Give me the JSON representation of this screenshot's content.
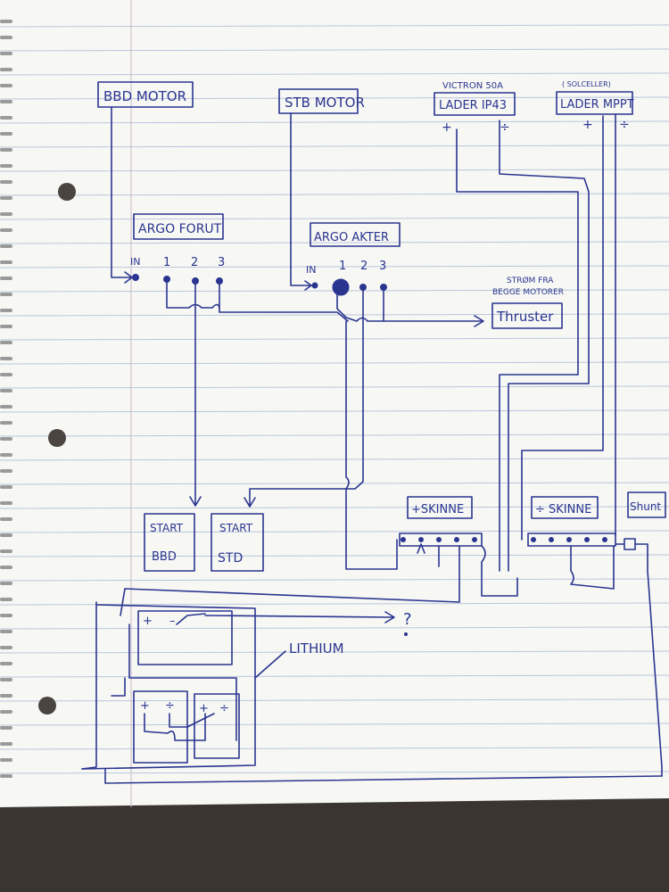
{
  "labels": {
    "bbd_motor": "BBD MOTOR",
    "stb_motor": "STB MOTOR",
    "victron": "VICTRON 50A",
    "lader_ip43": "LADER IP43",
    "solceller": "( SOLCELLER)",
    "lader_mppt": "LADER MPPT",
    "argo_forut": "ARGO FORUT",
    "argo_akter": "ARGO AKTER",
    "in_fwd": "IN",
    "t1_fwd": "1",
    "t2_fwd": "2",
    "t3_fwd": "3",
    "in_aft": "IN",
    "t1_aft": "1",
    "t2_aft": "2",
    "t3_aft": "3",
    "strom_fra": "STRØM FRA",
    "begge_motorer": "BEGGE MOTORER",
    "thruster": "Thruster",
    "start_bbd_1": "START",
    "start_bbd_2": "BBD",
    "start_std_1": "START",
    "start_std_2": "STD",
    "plus_skinne": "+SKINNE",
    "minus_skinne": "÷ SKINNE",
    "shunt": "Shunt",
    "lithium": "LITHIUM",
    "question": "?",
    "plus": "+",
    "minus": "÷",
    "minus_dash": "–"
  },
  "colors": {
    "ink": "#2a3590",
    "paper": "#f7f7f4",
    "ruled_line": "#b9c7dc",
    "margin_line": "#c9b9c9",
    "background": "#3a3530"
  }
}
